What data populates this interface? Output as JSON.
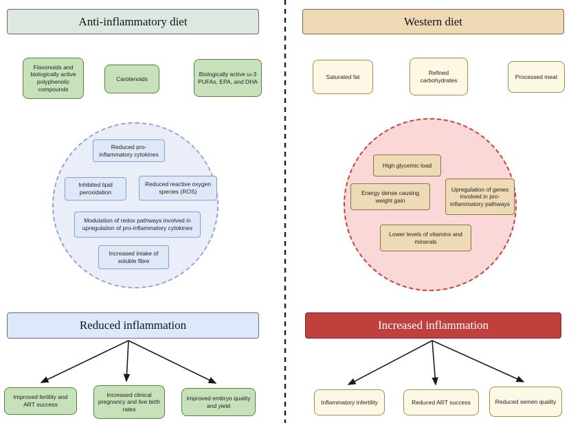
{
  "left_panel": {
    "header": "Anti-inflammatory diet",
    "sources": [
      "Flavonoids and biologically active polyphenolic compounds",
      "Carotenoids",
      "Biologically active ω-3 PUFAs, EPA, and DHA"
    ],
    "mechanisms": [
      "Reduced pro-inflammatory cytokines",
      "Inhibited lipid peroxidation",
      "Reduced reactive oxygen species (ROS)",
      "Modulation of redox pathways involved in upregulation of pro-inflammatory cytokines",
      "Increased intake of soluble fibre"
    ],
    "outcome_header": "Reduced inflammation",
    "outcomes": [
      "Improved fertility and ART success",
      "Increased clinical pregnancy and live birth rates",
      "Improved embryo quality and yield"
    ]
  },
  "right_panel": {
    "header": "Western diet",
    "sources": [
      "Saturated fat",
      "Refined carbohydrates",
      "Processed meat"
    ],
    "mechanisms": [
      "High glycemic load",
      "Energy dense causing weight gain",
      "Upregulation of genes involved in pro-inflammatory pathways",
      "Lower levels of vitamins and minerals"
    ],
    "outcome_header": "Increased inflammation",
    "outcomes": [
      "Inflammatory infertility",
      "Reduced ART success",
      "Reduced semen quality"
    ]
  },
  "palette": {
    "green_box_fill": "#c7e2ba",
    "green_box_border": "#55813f",
    "sage_header_fill": "#dee8e1",
    "blue_circle_fill": "#eaeef9",
    "blue_circle_border": "#97a0da",
    "blue_header_fill": "#dde9fa",
    "tan_header_fill": "#efd9b5",
    "cream_box_fill": "#fcf8e3",
    "cream_box_border": "#9a8f4a",
    "pink_circle_fill": "#f9d8d7",
    "pink_circle_border": "#c3423d",
    "red_header_fill": "#c0403d",
    "arrow_color": "#1a1a1a"
  }
}
